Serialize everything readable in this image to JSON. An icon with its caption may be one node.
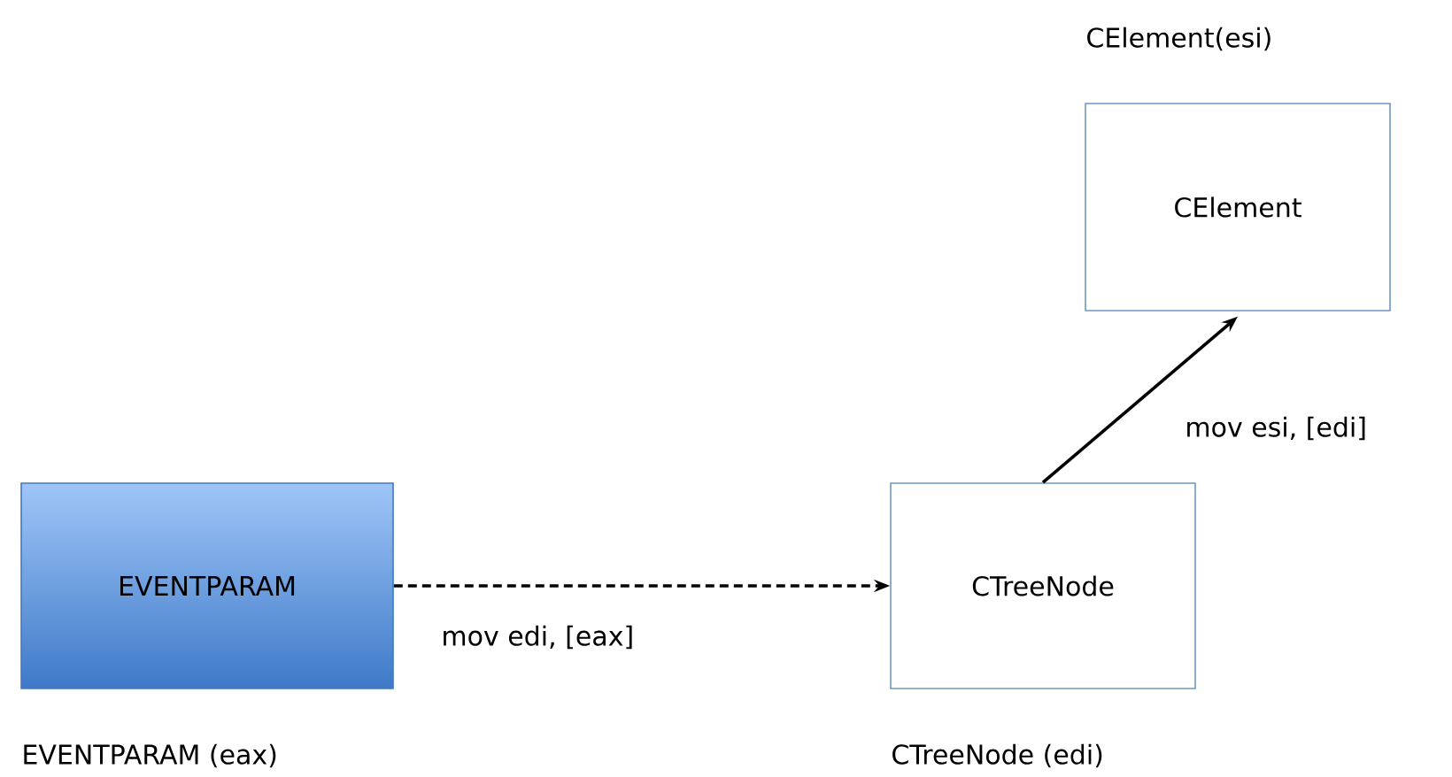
{
  "diagram": {
    "nodes": [
      {
        "text": [
          "EVENTPARAM"
        ],
        "beside": [
          "EVENTPARAM  (eax)"
        ]
      },
      {
        "text": [
          "CTreeNode"
        ],
        "beside": [
          "CTreeNode (edi)"
        ]
      },
      {
        "text": [
          "CElement"
        ],
        "beside": [
          "CElement(esi)"
        ]
      }
    ],
    "edges": [
      {
        "from": 0,
        "to": 1,
        "arrow": "to",
        "style": "dashed",
        "label": "mov edi, [eax]"
      },
      {
        "from": 1,
        "to": 2,
        "arrow": "to",
        "label": "mov esi, [edi]"
      }
    ]
  }
}
